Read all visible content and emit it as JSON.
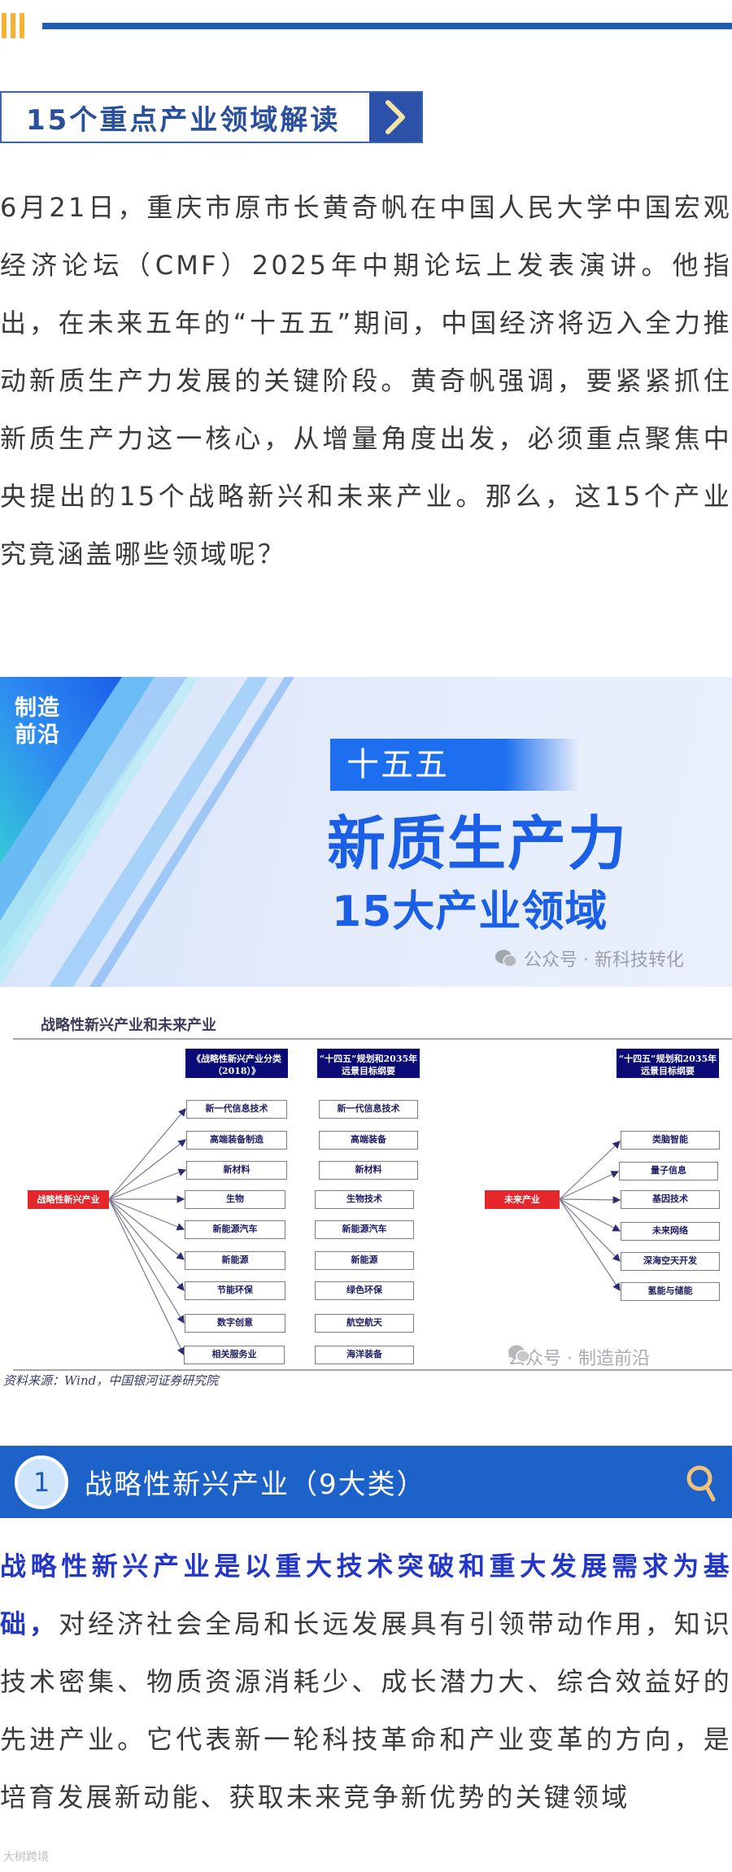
{
  "section_title": {
    "label": "15个重点产业领域解读",
    "arrow_icon": "chevron-right-icon"
  },
  "intro_paragraph": "6月21日，重庆市原市长黄奇帆在中国人民大学中国宏观经济论坛（CMF）2025年中期论坛上发表演讲。他指出，在未来五年的“十五五”期间，中国经济将迈入全力推动新质生产力发展的关键阶段。黄奇帆强调，要紧紧抓住新质生产力这一核心，从增量角度出发，必须重点聚焦中央提出的15个战略新兴和未来产业。那么，这15个产业究竟涵盖哪些领域呢？",
  "banner": {
    "brand_line1": "制造",
    "brand_line2": "前沿",
    "tag": "十五五",
    "headline": "新质生产力",
    "subline": "15大产业领域",
    "watermark": "公众号 · 新科技转化"
  },
  "diagram": {
    "title": "战略性新兴产业和未来产业",
    "col1_header": "《战略性新兴产业分类（2018）》",
    "col2_header": "“十四五”规划和2035年远景目标纲要",
    "col3_header": "“十四五”规划和2035年远景目标纲要",
    "root_left": "战略性新兴产业",
    "root_right": "未来产业",
    "col1_items": [
      "新一代信息技术",
      "高端装备制造",
      "新材料",
      "生物",
      "新能源汽车",
      "新能源",
      "节能环保",
      "数字创意",
      "相关服务业"
    ],
    "col2_items": [
      "新一代信息技术",
      "高端装备",
      "新材料",
      "生物技术",
      "新能源汽车",
      "新能源",
      "绿色环保",
      "航空航天",
      "海洋装备"
    ],
    "col3_items": [
      "类脑智能",
      "量子信息",
      "基因技术",
      "未来网络",
      "深海空天开发",
      "氢能与储能"
    ],
    "source": "资料来源：Wind，中国银河证券研究院",
    "watermark": "公众号 · 制造前沿"
  },
  "section1": {
    "number": "1",
    "title": "战略性新兴产业（9大类）",
    "icon": "search-icon"
  },
  "section1_paragraph": {
    "highlight": "战略性新兴产业是以重大技术突破和重大发展需求为基础，",
    "body": "对经济社会全局和长远发展具有引领带动作用，知识技术密集、物质资源消耗少、成长潜力大、综合效益好的先进产业。它代表新一轮科技革命和产业变革的方向，是培育发展新动能、获取未来竞争新优势的关键领域"
  },
  "corner_watermark": "大树跨境",
  "colors": {
    "accent_blue": "#1c62c9",
    "title_blue": "#2a4f9c",
    "highlight_blue": "#2337c7",
    "deco_orange": "#f7b232",
    "diagram_red": "#e5262b",
    "diagram_navy": "#0b0b78"
  }
}
